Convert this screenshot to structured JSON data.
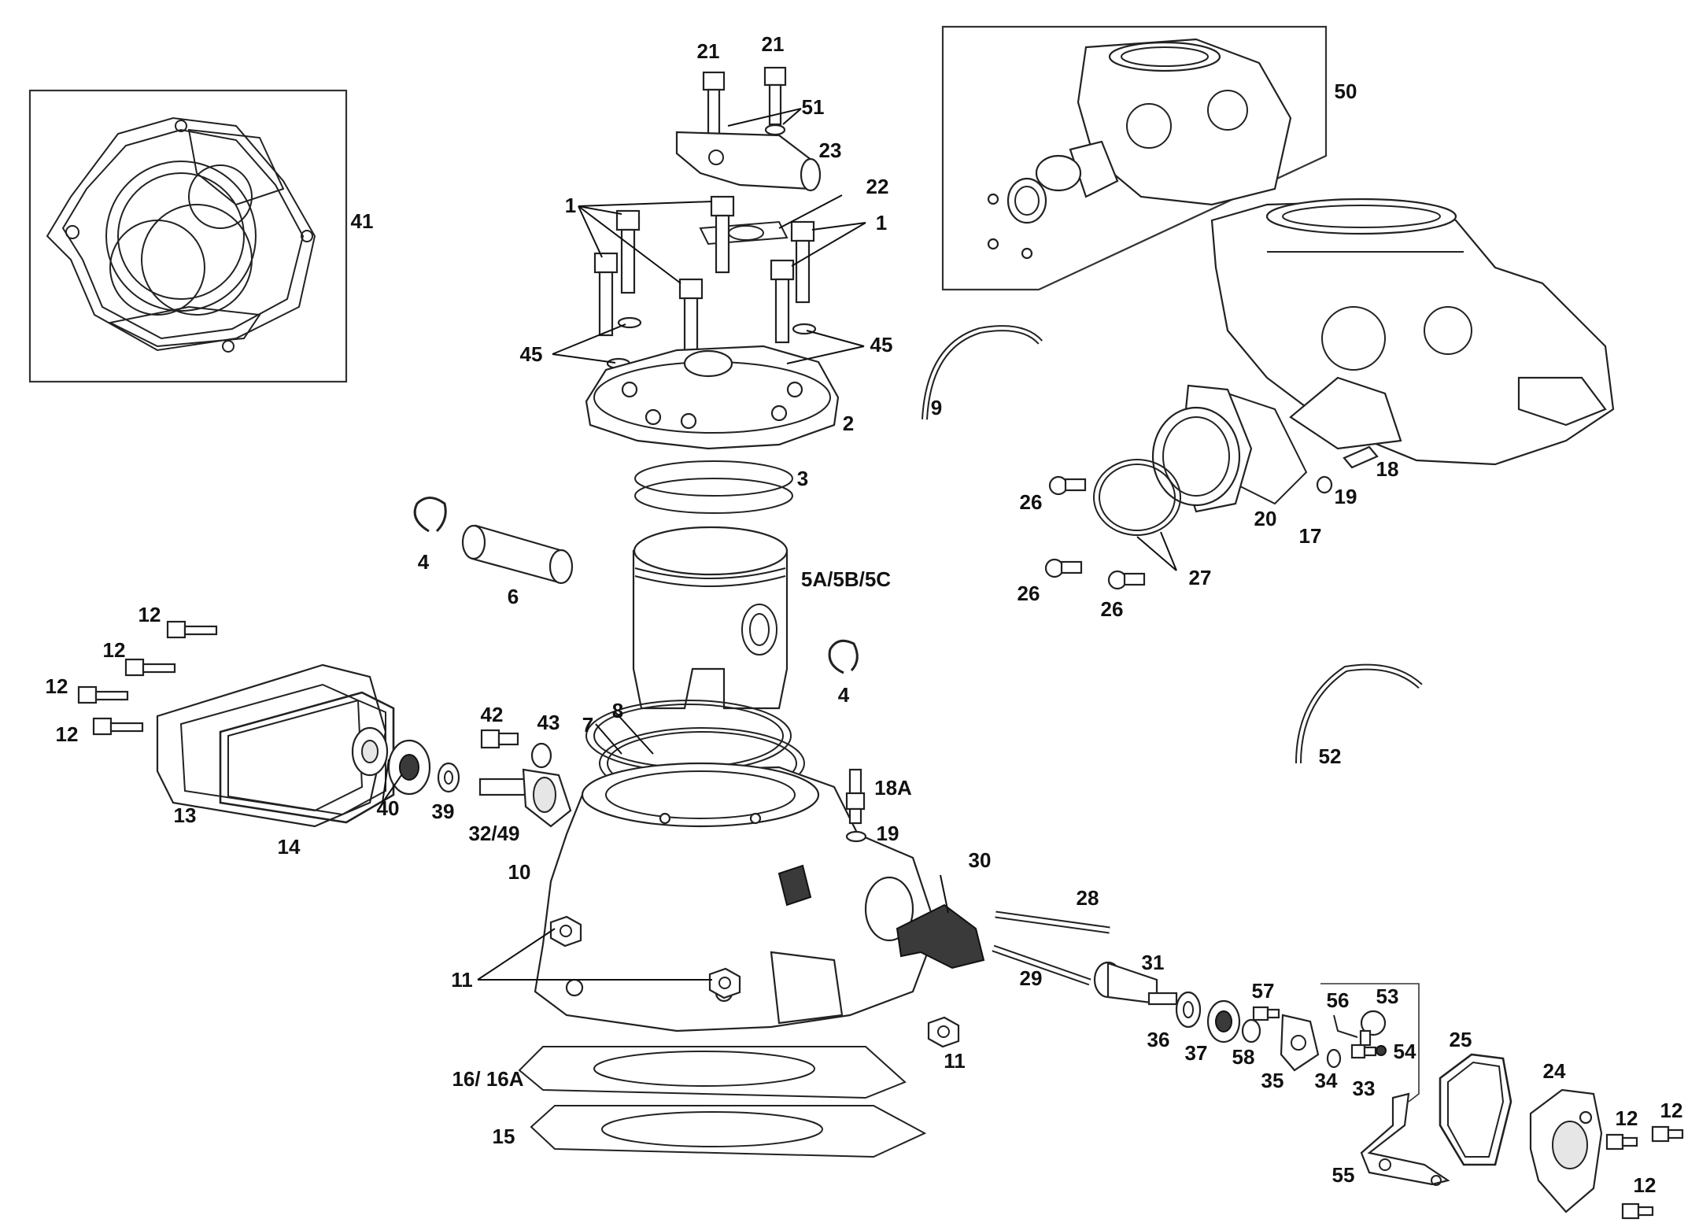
{
  "labels": {
    "l1a": "1",
    "l1b": "1",
    "l2": "2",
    "l3": "3",
    "l4a": "4",
    "l4b": "4",
    "l5": "5A/5B/5C",
    "l6": "6",
    "l7": "7",
    "l8": "8",
    "l9": "9",
    "l10": "10",
    "l11a": "11",
    "l11b": "11",
    "l12a": "12",
    "l12b": "12",
    "l12c": "12",
    "l12d": "12",
    "l12e": "12",
    "l12f": "12",
    "l12g": "12",
    "l13": "13",
    "l14": "14",
    "l15": "15",
    "l16": "16/ 16A",
    "l17": "17",
    "l18": "18",
    "l18a": "18A",
    "l19a": "19",
    "l19b": "19",
    "l20": "20",
    "l21a": "21",
    "l21b": "21",
    "l22": "22",
    "l23": "23",
    "l24": "24",
    "l25": "25",
    "l26a": "26",
    "l26b": "26",
    "l26c": "26",
    "l27": "27",
    "l28": "28",
    "l29": "29",
    "l30": "30",
    "l31": "31",
    "l32": "32/49",
    "l33": "33",
    "l34": "34",
    "l35": "35",
    "l36": "36",
    "l37": "37",
    "l39": "39",
    "l40": "40",
    "l41": "41",
    "l42": "42",
    "l43": "43",
    "l45a": "45",
    "l45b": "45",
    "l50": "50",
    "l51": "51",
    "l52": "52",
    "l53": "53",
    "l54": "54",
    "l55": "55",
    "l56": "56",
    "l57": "57",
    "l58": "58"
  }
}
